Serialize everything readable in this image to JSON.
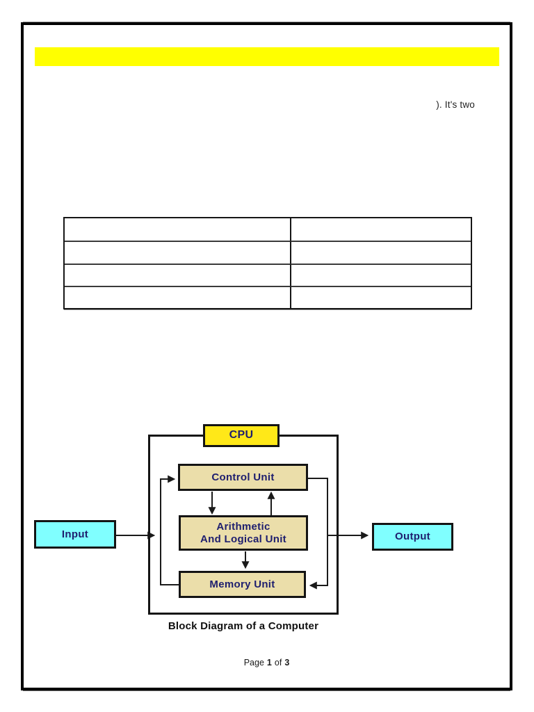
{
  "page": {
    "border_color": "#000000",
    "highlight_color": "#ffff00"
  },
  "intro_fragment": "). It's two",
  "table": {
    "rows": 4,
    "columns": 2
  },
  "diagram": {
    "cpu_label": "CPU",
    "control_unit_label": "Control Unit",
    "alu_line1": "Arithmetic",
    "alu_line2": "And Logical Unit",
    "memory_label": "Memory Unit",
    "input_label": "Input",
    "output_label": "Output",
    "caption": "Block Diagram of a Computer",
    "colors": {
      "cpu_fill": "#ffe818",
      "unit_fill": "#ebdeaa",
      "io_fill": "#80ffff",
      "diagram_text": "#1e1e6e",
      "line": "#1a1a1a"
    }
  },
  "footer": {
    "page_label": "Page",
    "page_number": "1",
    "of_label": "of",
    "page_total": "3"
  }
}
